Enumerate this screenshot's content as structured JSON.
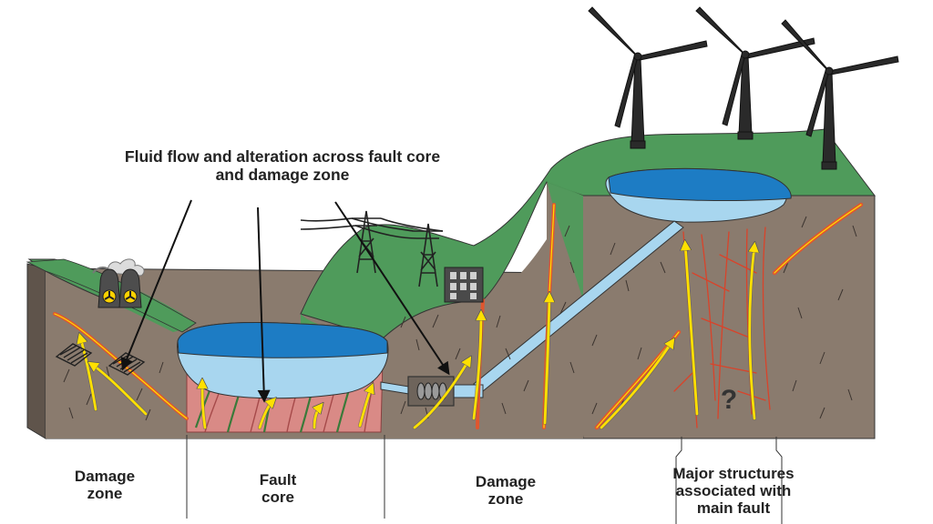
{
  "title_lines": [
    "Fluid flow and alteration across fault core",
    "and damage zone"
  ],
  "labels": {
    "damage_zone_left": [
      "Damage",
      "zone"
    ],
    "fault_core": [
      "Fault",
      "core"
    ],
    "damage_zone_right": [
      "Damage",
      "zone"
    ],
    "major_structures": [
      "Major structures",
      "associated with",
      "main fault"
    ],
    "unknown_mark": "?"
  },
  "icons": [
    "nuclear-plant-icon",
    "solar-panel-icon",
    "power-pylon-icon",
    "building-icon",
    "heat-exchanger-icon",
    "wind-turbine-icon"
  ],
  "colors": {
    "rock": "#8a7b6e",
    "rock_dark": "#5f544b",
    "grass": "#4f9b5b",
    "lake_deep": "#1d7cc4",
    "lake_light": "#a8d6ef",
    "fault_red": "#e0562e",
    "fluid_yellow": "#ffe000",
    "core_pink": "#d98a86"
  }
}
